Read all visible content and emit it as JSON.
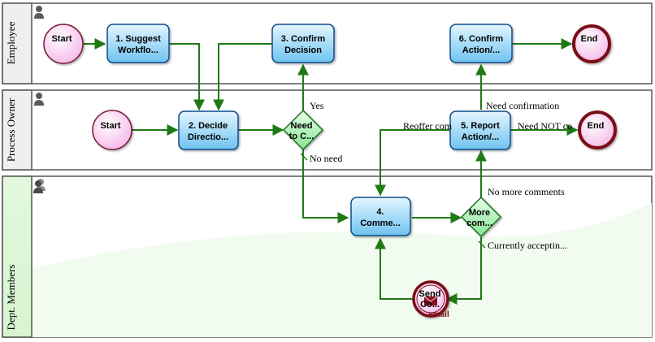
{
  "lanes": [
    {
      "title": "Employee"
    },
    {
      "title": "Process Owner"
    },
    {
      "title": "Dept. Members"
    }
  ],
  "nodes": {
    "start_emp": "Start",
    "task1": [
      "1. Suggest",
      "Workflo..."
    ],
    "task3": [
      "3. Confirm",
      "Decision"
    ],
    "task6": [
      "6. Confirm",
      "Action/..."
    ],
    "end_emp": "End",
    "start_po": "Start",
    "task2": [
      "2. Decide",
      "Directio..."
    ],
    "gw_need": [
      "Need",
      "to C..."
    ],
    "task5": [
      "5. Report",
      "Action/..."
    ],
    "end_po": "End",
    "task4": [
      "4.",
      "Comme..."
    ],
    "gw_more": [
      "More",
      "com..."
    ],
    "send": [
      "Send",
      "Co..."
    ],
    "send_sub": "email"
  },
  "edge_labels": {
    "yes": "Yes",
    "no_need": "No need",
    "reoffer": "Reoffer com",
    "need_confirmation": "Need confirmation",
    "need_not": "Need NOT co",
    "no_more": "No more comments",
    "currently": "Currently acceptin..."
  },
  "colors": {
    "task_fill": "#a9dcf8",
    "task_stroke": "#0f4d8a",
    "start_fill": "#f7d2ef",
    "start_stroke": "#7a1736",
    "end_stroke": "#7a0b16",
    "gateway_fill": "#aef0b0",
    "gateway_stroke": "#1c6f25",
    "flow": "#1f7a16"
  }
}
